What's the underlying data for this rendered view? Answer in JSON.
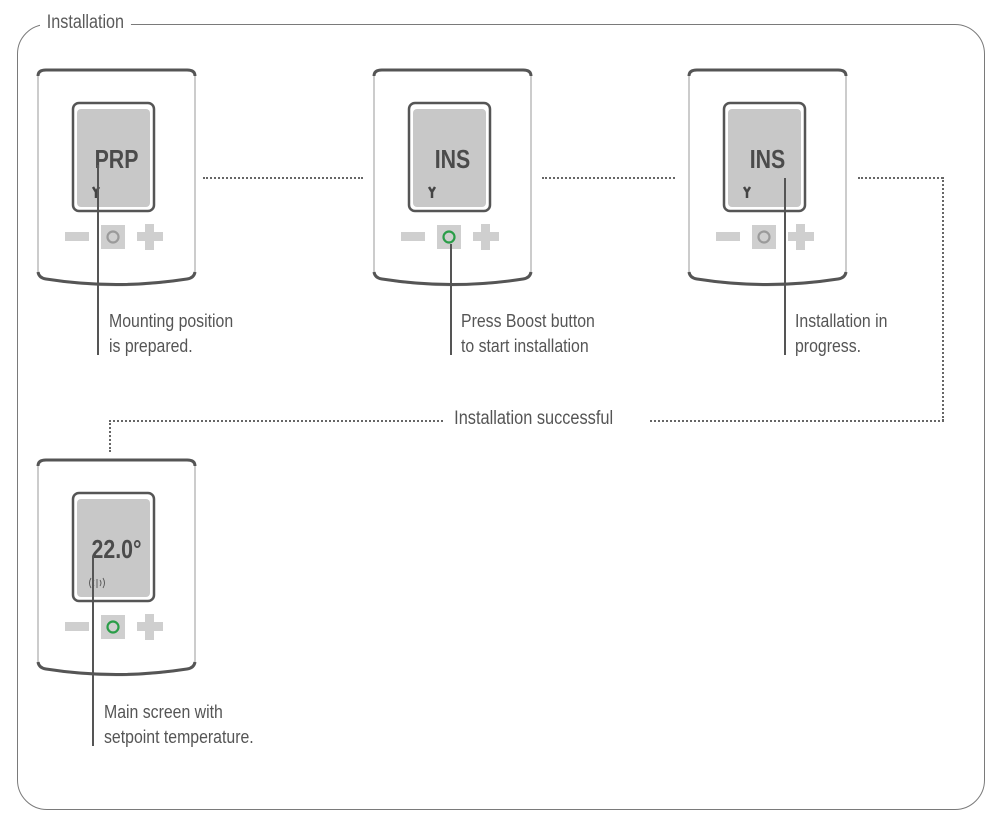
{
  "frame": {
    "title": "Installation"
  },
  "steps": [
    {
      "display": "PRP",
      "status_icon": "wrench-icon",
      "boost_led": "off",
      "caption_line1": "Mounting position",
      "caption_line2": "is prepared."
    },
    {
      "display": "INS",
      "status_icon": "wrench-icon",
      "boost_led": "green",
      "caption_line1": "Press Boost button",
      "caption_line2": "to start installation"
    },
    {
      "display": "INS",
      "status_icon": "wrench-icon",
      "boost_led": "off",
      "caption_line1": "Installation in",
      "caption_line2": "progress."
    },
    {
      "display": "22.0°",
      "status_icon": "radio-signal-icon",
      "boost_led": "green",
      "caption_line1": "Main screen with",
      "caption_line2": "setpoint temperature."
    }
  ],
  "transition_label": "Installation successful",
  "colors": {
    "led_on": "#2a9d48",
    "led_off": "#9a9a9a",
    "screen": "#c8c8c8",
    "button": "#cfcfcf",
    "text": "#4b4b4b"
  }
}
